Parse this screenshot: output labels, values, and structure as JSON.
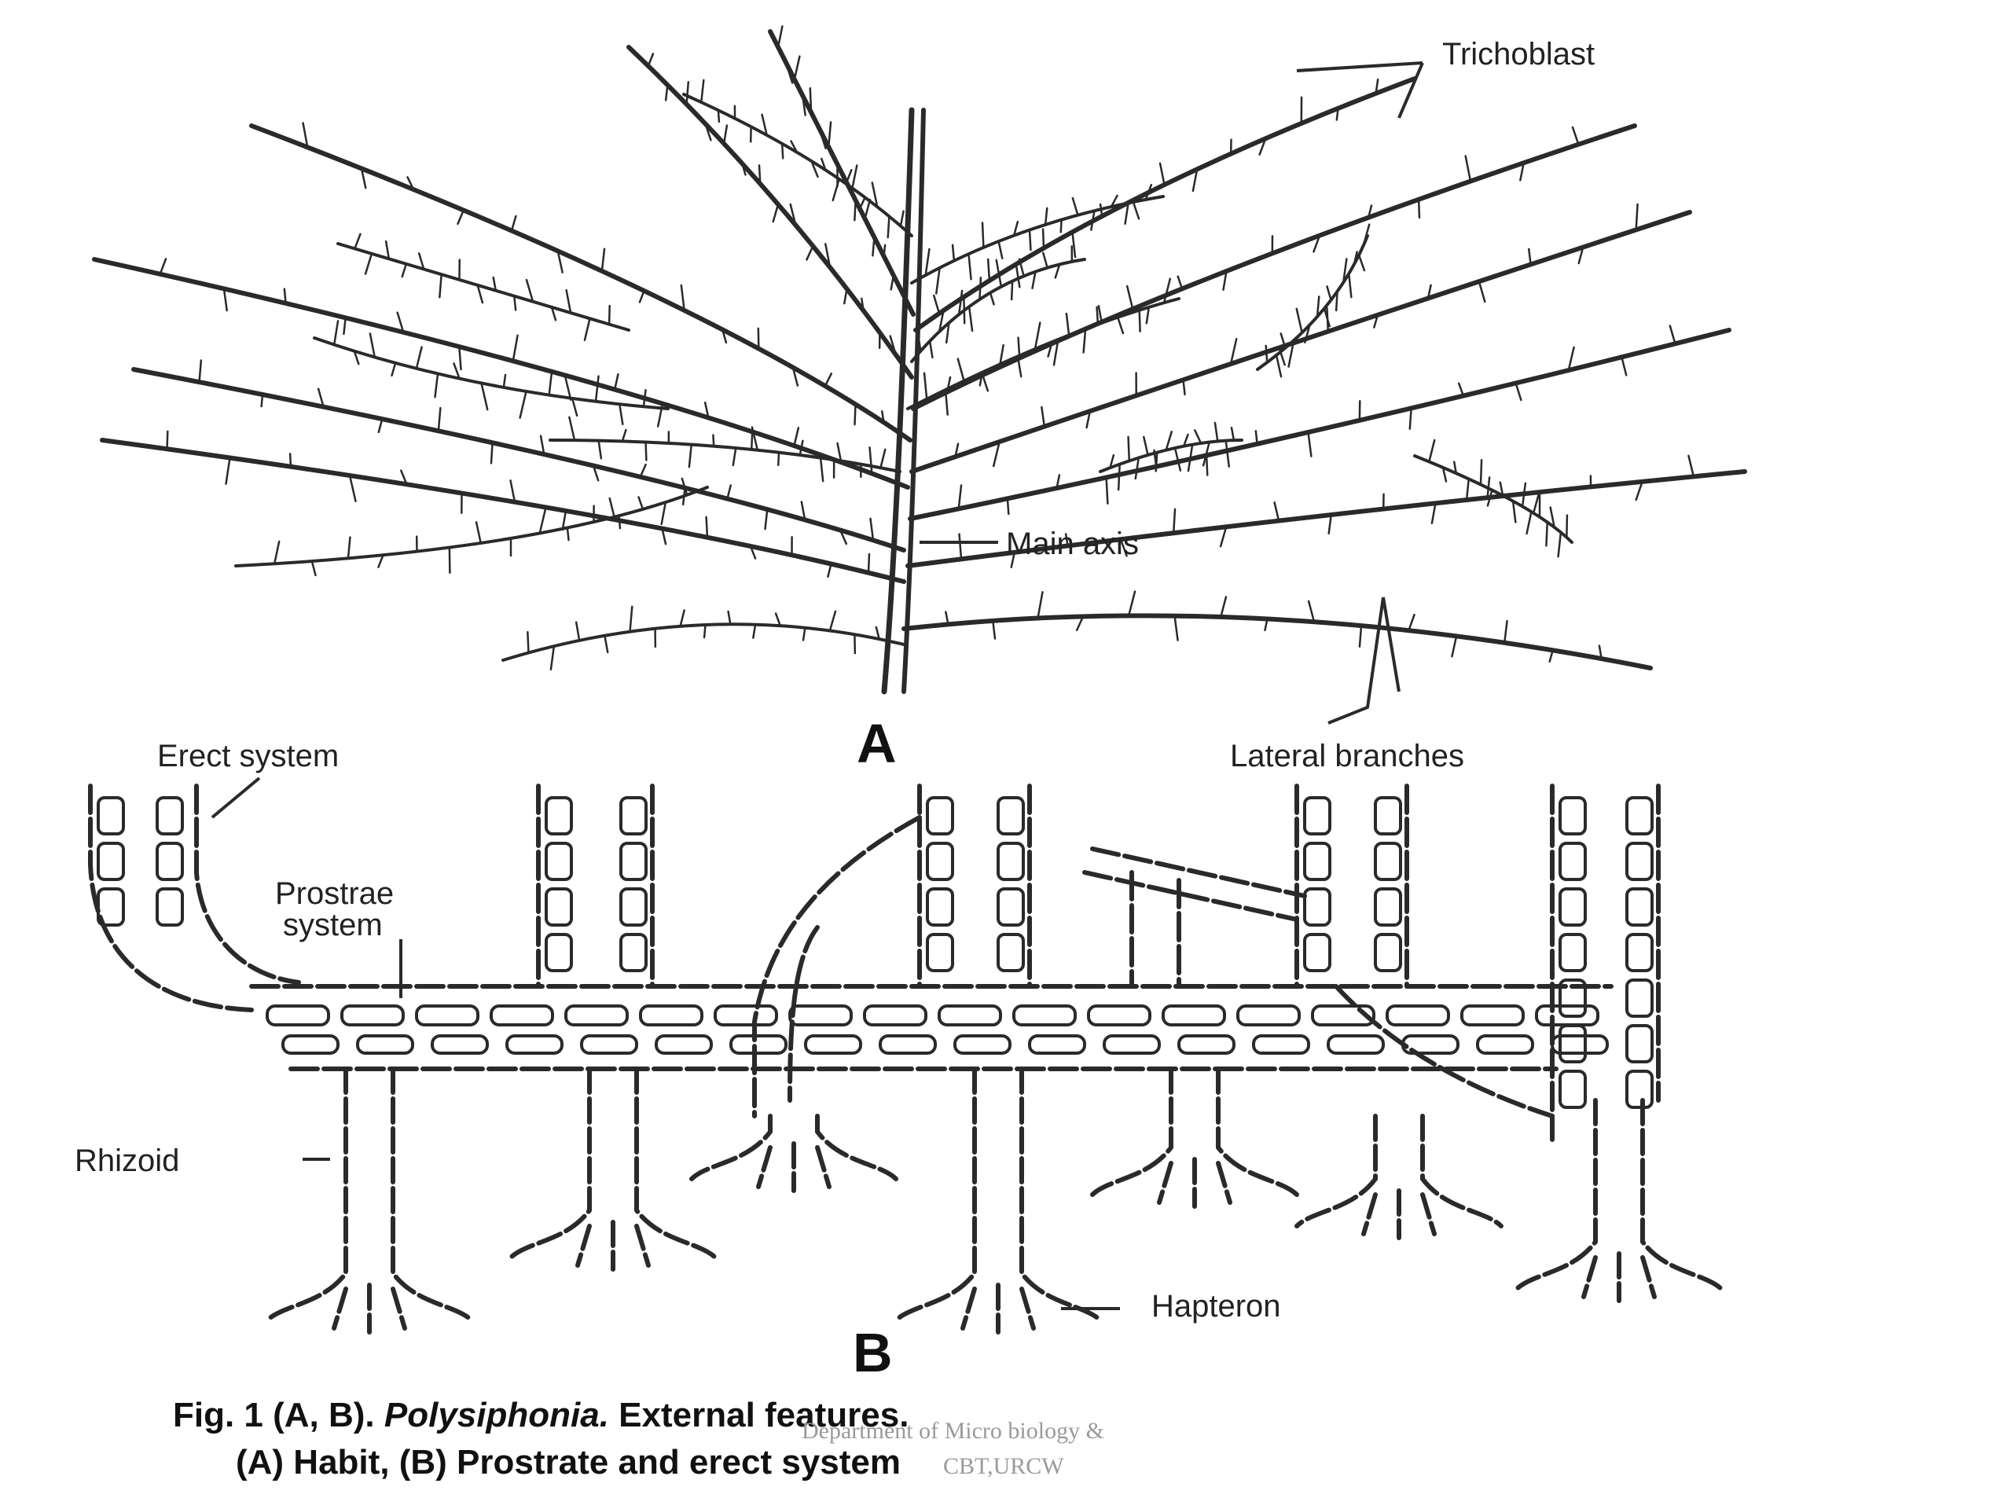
{
  "labels": {
    "trichoblast": "Trichoblast",
    "main_axis": "Main axis",
    "erect_system": "Erect  system",
    "lateral_branches": "Lateral  branches",
    "prostrate_system_1": "Prostrae",
    "prostrate_system_2": "system",
    "rhizoid": "Rhizoid",
    "hapteron": "Hapteron"
  },
  "panels": {
    "a": "A",
    "b": "B"
  },
  "caption": {
    "line1_prefix": "Fig. 1 (A, B). ",
    "line1_italic": "Polysiphonia.",
    "line1_suffix": " External features.",
    "line2": "(A) Habit, (B) Prostrate and erect system"
  },
  "watermark": {
    "line1": "Department of Micro biology &",
    "line2": "CBT,URCW"
  }
}
